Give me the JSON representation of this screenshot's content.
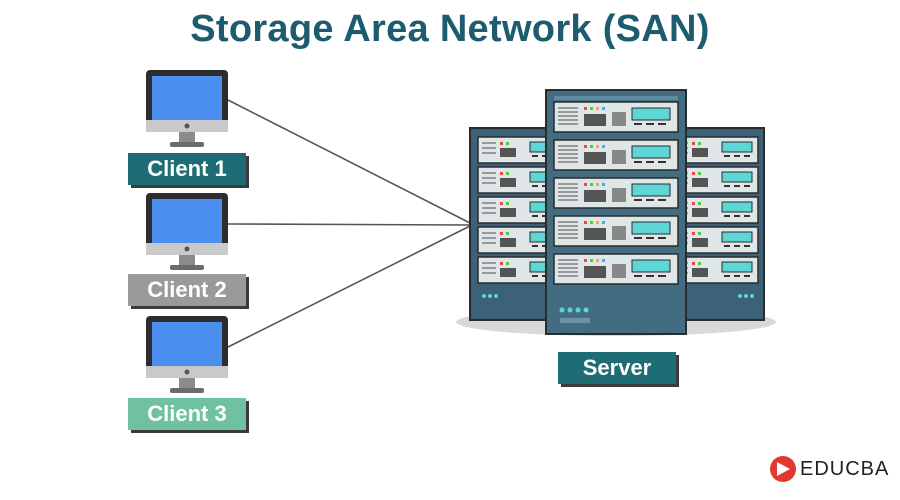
{
  "title": "Storage Area Network (SAN)",
  "clients": [
    {
      "label": "Client 1",
      "color": "#1e6d74"
    },
    {
      "label": "Client 2",
      "color": "#9a9a9a"
    },
    {
      "label": "Client 3",
      "color": "#6fc1a2"
    }
  ],
  "server": {
    "label": "Server",
    "color": "#1e6d74"
  },
  "brand": {
    "name": "EDUCBA",
    "color": "#e2382d"
  },
  "colors": {
    "title": "#1d5b6e",
    "monitor_screen": "#4a8ff0",
    "rack_body": "#3b6278",
    "unit_screen": "#5fd6d6"
  }
}
